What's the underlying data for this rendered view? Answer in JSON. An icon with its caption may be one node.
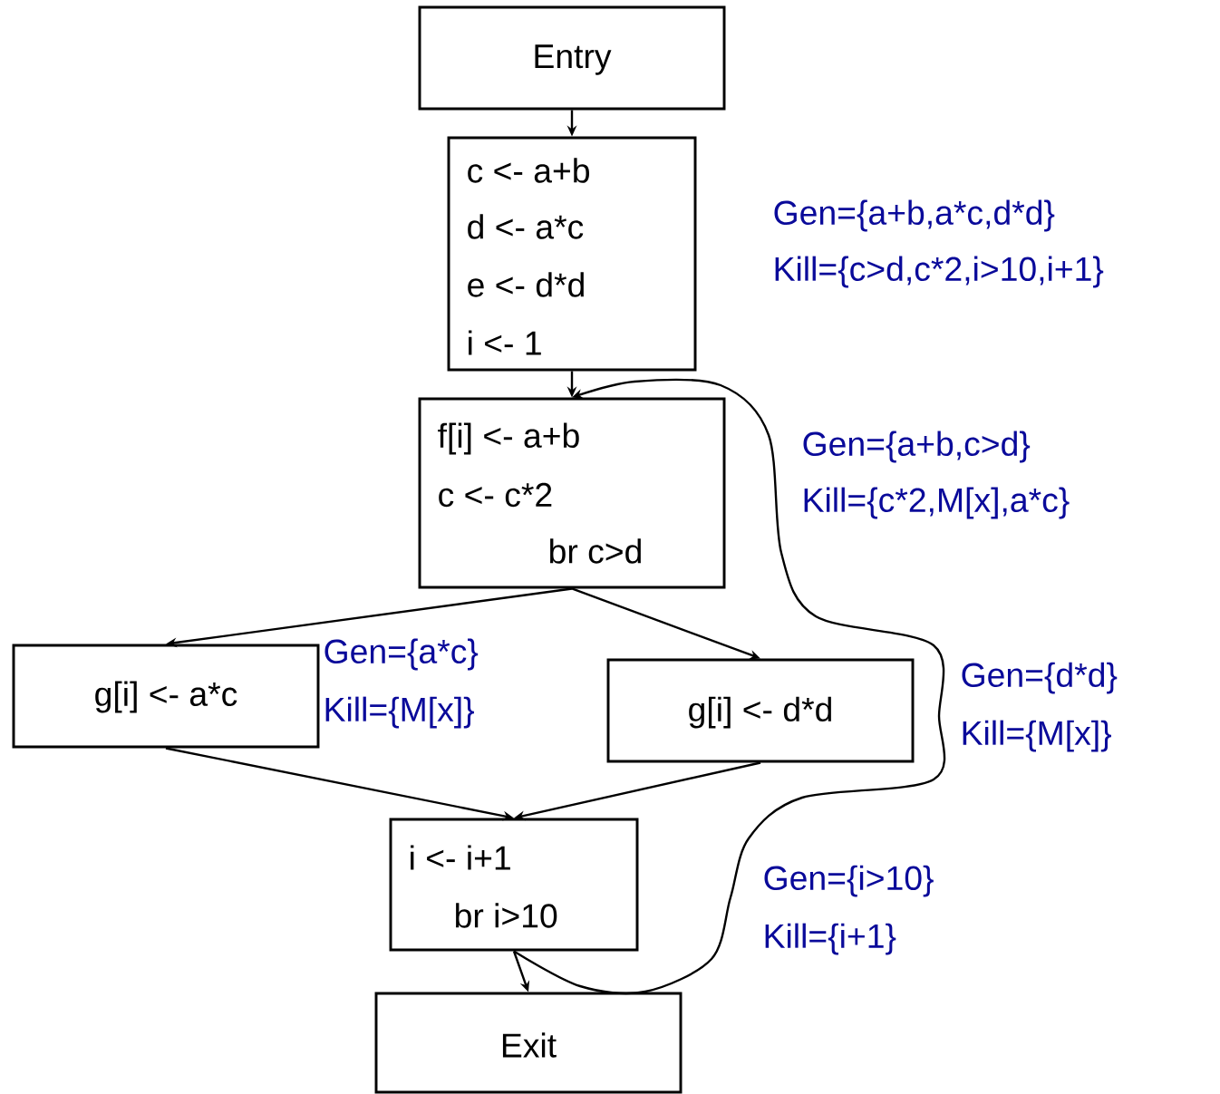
{
  "diagram": {
    "nodes": [
      {
        "text": [
          "Entry"
        ]
      },
      {
        "text": [
          "c <- a+b",
          "d <- a*c",
          "e <- d*d",
          "i <- 1"
        ],
        "beside": [
          "Gen={a+b,a*c,d*d}",
          "Kill={c>d,c*2,i>10,i+1}"
        ]
      },
      {
        "text": [
          "f[i] <- a+b",
          "c <- c*2",
          "br c>d"
        ],
        "beside": [
          "Gen={a+b,c>d}",
          "Kill={c*2,M[x],a*c}"
        ]
      },
      {
        "text": [
          "g[i] <- a*c"
        ],
        "beside": [
          "Gen={a*c}",
          "Kill={M[x]}"
        ]
      },
      {
        "text": [
          "g[i] <- d*d"
        ],
        "beside": [
          "Gen={d*d}",
          "Kill={M[x]}"
        ]
      },
      {
        "text": [
          "i <- i+1",
          "br i>10"
        ],
        "beside": [
          "Gen={i>10}",
          "Kill={i+1}"
        ]
      },
      {
        "text": [
          "Exit"
        ]
      }
    ],
    "edges": [
      {
        "from": 0,
        "to": 1,
        "arrow": "to"
      },
      {
        "from": 1,
        "to": 2,
        "arrow": "to"
      },
      {
        "from": 2,
        "to": 3,
        "arrow": "to"
      },
      {
        "from": 2,
        "to": 4,
        "arrow": "to"
      },
      {
        "from": 3,
        "to": 5,
        "arrow": "to"
      },
      {
        "from": 4,
        "to": 5,
        "arrow": "to"
      },
      {
        "from": 5,
        "to": 6,
        "arrow": "to"
      },
      {
        "from": 5,
        "to": 2,
        "arrow": "to"
      }
    ]
  }
}
